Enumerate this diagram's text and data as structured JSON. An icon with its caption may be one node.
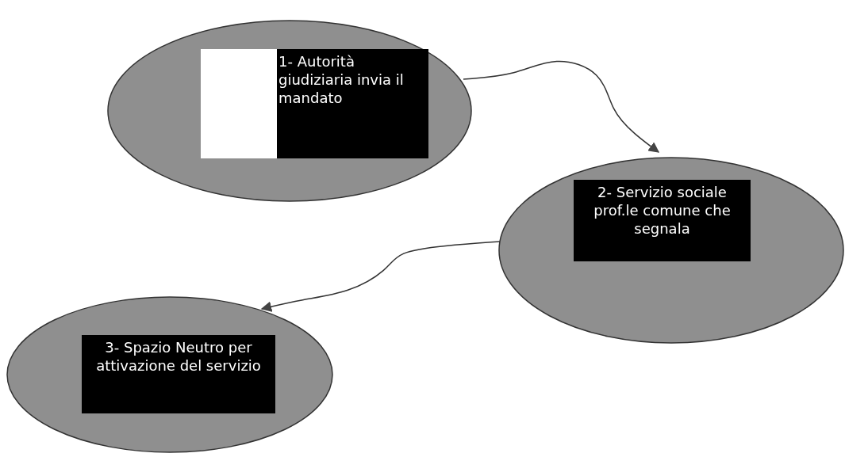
{
  "diagram": {
    "nodes": [
      {
        "text": [
          "1- Autorità giudiziaria invia il mandato"
        ]
      },
      {
        "text": [
          "2- Servizio sociale prof.le comune che segnala"
        ]
      },
      {
        "text": [
          "3- Spazio Neutro per attivazione del servizio"
        ]
      }
    ],
    "edges": [
      {
        "from": 0,
        "to": 1,
        "arrow": "to"
      },
      {
        "from": 1,
        "to": 2,
        "arrow": "to"
      }
    ]
  }
}
